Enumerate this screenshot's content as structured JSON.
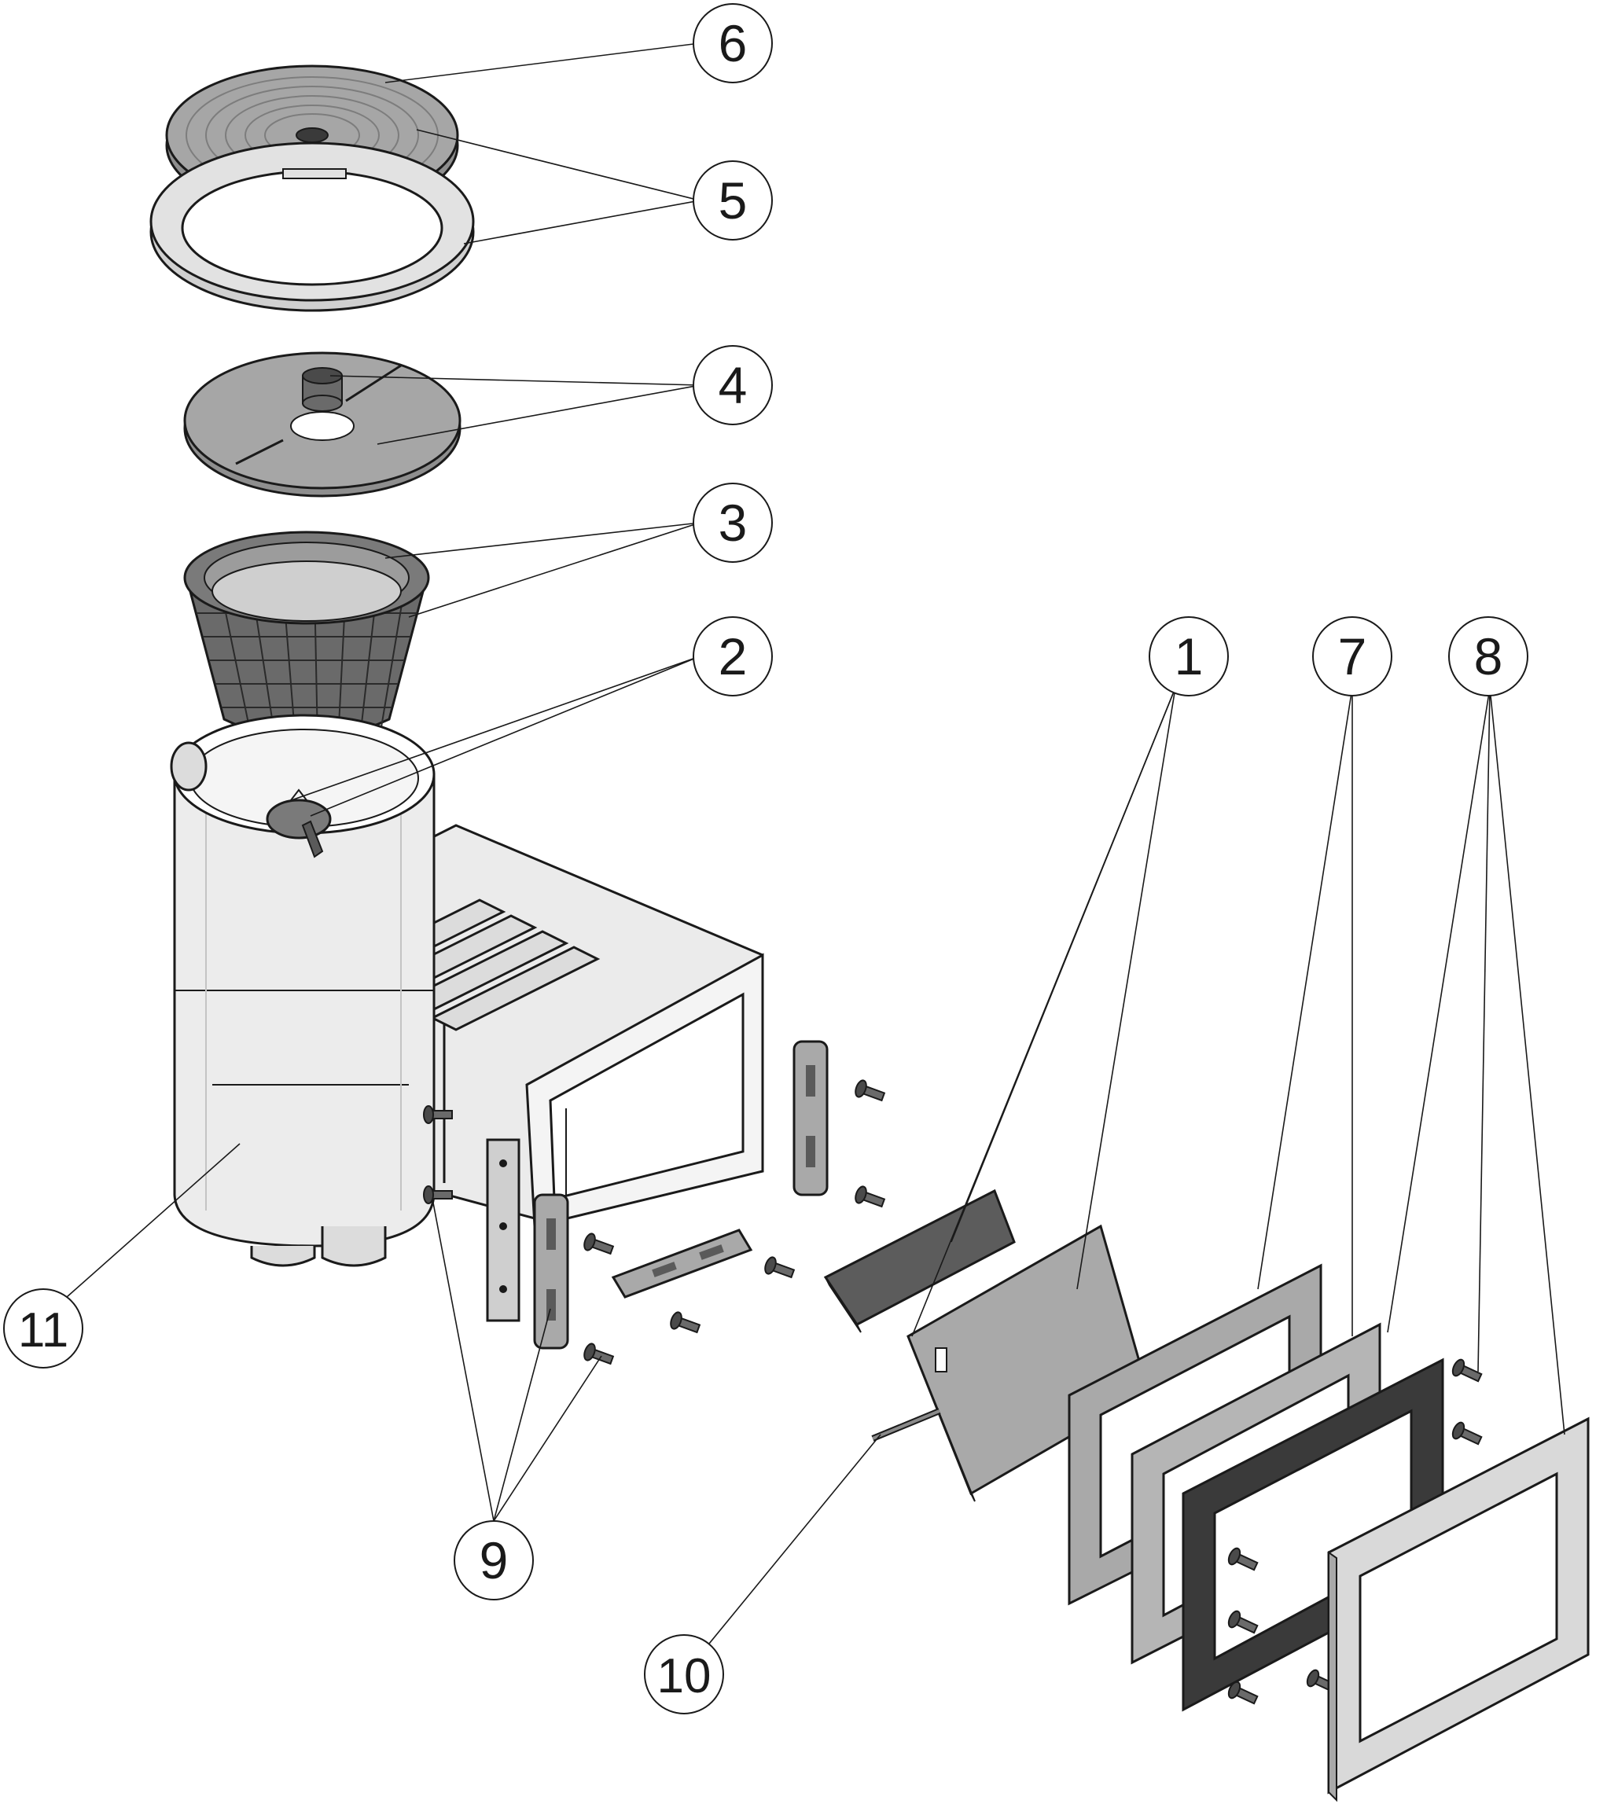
{
  "callouts": {
    "c1": "1",
    "c2": "2",
    "c3": "3",
    "c4": "4",
    "c5": "5",
    "c6": "6",
    "c7": "7",
    "c8": "8",
    "c9": "9",
    "c10": "10",
    "c11": "11"
  },
  "colors": {
    "outline": "#1a1a1a",
    "light_part": "#e9e9e9",
    "mid_part": "#a9a9a9",
    "dark_part": "#5c5c5c",
    "gasket_dark": "#3a3a3a",
    "background": "#ffffff"
  }
}
